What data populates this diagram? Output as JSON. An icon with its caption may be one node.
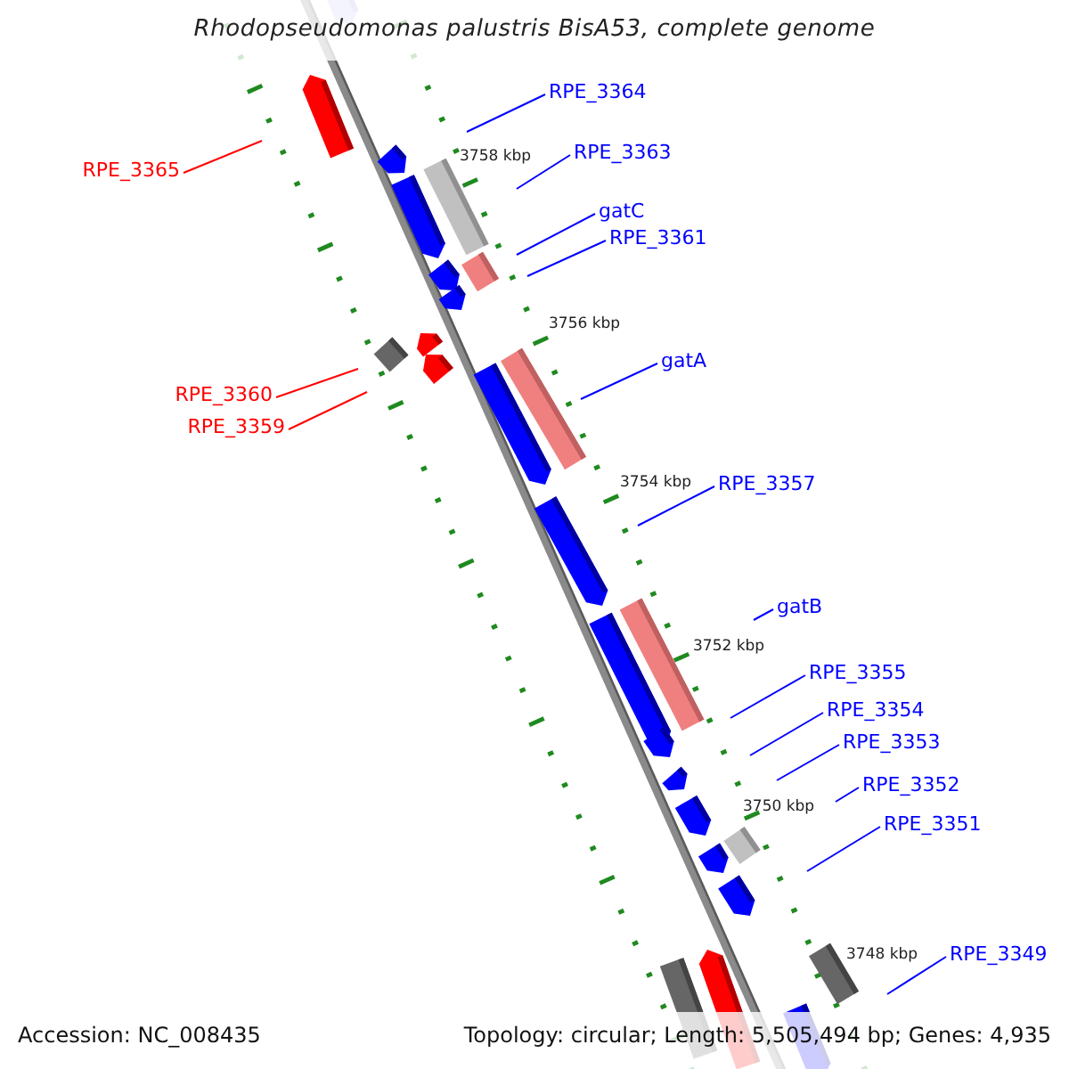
{
  "diagram": {
    "title": "Rhodopseudomonas palustris BisA53, complete genome",
    "nodes": [
      {
        "text": [
          "RPE_3364"
        ]
      },
      {
        "text": [
          "RPE_3363"
        ]
      },
      {
        "text": [
          "RPE_3365"
        ]
      },
      {
        "text": [
          "gatC"
        ]
      },
      {
        "text": [
          "RPE_3361"
        ]
      },
      {
        "text": [
          "gatA"
        ]
      },
      {
        "text": [
          "RPE_3360"
        ]
      },
      {
        "text": [
          "RPE_3359"
        ]
      },
      {
        "text": [
          "RPE_3357"
        ]
      },
      {
        "text": [
          "gatB"
        ]
      },
      {
        "text": [
          "RPE_3355"
        ]
      },
      {
        "text": [
          "RPE_3354"
        ]
      },
      {
        "text": [
          "RPE_3353"
        ]
      },
      {
        "text": [
          "RPE_3352"
        ]
      },
      {
        "text": [
          "RPE_3351"
        ]
      },
      {
        "text": [
          "RPE_3349"
        ]
      }
    ],
    "edges": [
      {
        "from": 0,
        "to": null,
        "arrow": "none"
      },
      {
        "from": 1,
        "to": null,
        "arrow": "none"
      },
      {
        "from": 2,
        "to": null,
        "arrow": "none",
        "color": "#ff0000"
      },
      {
        "from": 3,
        "to": null,
        "arrow": "none"
      },
      {
        "from": 4,
        "to": null,
        "arrow": "none"
      },
      {
        "from": 5,
        "to": null,
        "arrow": "none"
      },
      {
        "from": 6,
        "to": null,
        "arrow": "none",
        "color": "#ff0000"
      },
      {
        "from": 7,
        "to": null,
        "arrow": "none",
        "color": "#ff0000"
      },
      {
        "from": 8,
        "to": null,
        "arrow": "none"
      },
      {
        "from": 9,
        "to": null,
        "arrow": "none"
      },
      {
        "from": 10,
        "to": null,
        "arrow": "none"
      },
      {
        "from": 11,
        "to": null,
        "arrow": "none"
      },
      {
        "from": 12,
        "to": null,
        "arrow": "none"
      },
      {
        "from": 13,
        "to": null,
        "arrow": "none"
      },
      {
        "from": 14,
        "to": null,
        "arrow": "none"
      },
      {
        "from": 15,
        "to": null,
        "arrow": "none"
      }
    ],
    "labels": [
      "3758 kbp",
      "3756 kbp",
      "3754 kbp",
      "3752 kbp",
      "3750 kbp",
      "3748 kbp",
      "Accession: NC_008435",
      "Topology: circular; Length: 5,505,494 bp; Genes: 4,935"
    ]
  }
}
